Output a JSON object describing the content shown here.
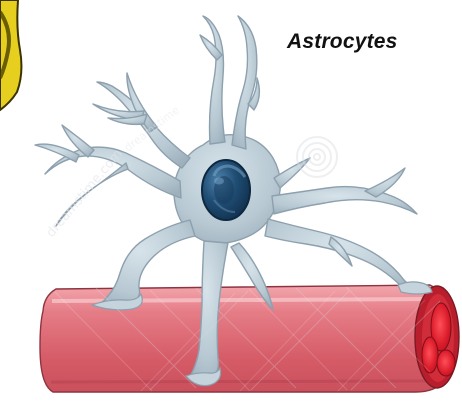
{
  "diagram": {
    "title": "Astrocytes",
    "colors": {
      "background": "#ffffff",
      "cell_body": "#b8c8d2",
      "cell_outline": "#8ea1ad",
      "nucleus_outer": "#2a5a82",
      "nucleus_inner": "#173a5c",
      "vessel_main": "#df6f78",
      "vessel_light": "#f0a4aa",
      "vessel_dark": "#c44a58",
      "blood_cell": "#d91e2e",
      "corner_badge": "#e8cf22"
    },
    "elements": [
      "astrocyte-cell",
      "nucleus",
      "blood-vessel",
      "red-blood-cells",
      "end-feet",
      "watermark",
      "corner-badge"
    ]
  }
}
